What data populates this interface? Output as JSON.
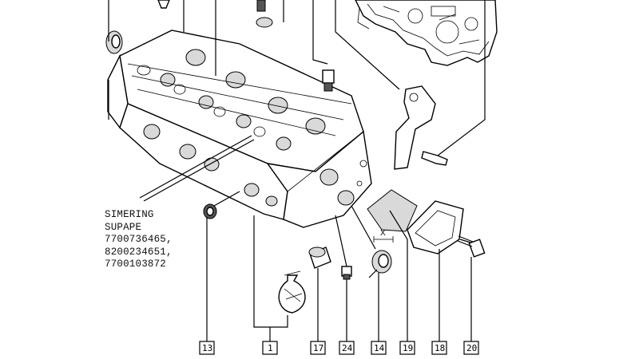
{
  "note": {
    "lines": [
      "SIMERING",
      "SUPAPE",
      "7700736465,",
      "8200234651,",
      "7700103872"
    ]
  },
  "callouts": [
    {
      "id": "13",
      "label": "13"
    },
    {
      "id": "1",
      "label": "1"
    },
    {
      "id": "17",
      "label": "17"
    },
    {
      "id": "24",
      "label": "24"
    },
    {
      "id": "14",
      "label": "14"
    },
    {
      "id": "19",
      "label": "19"
    },
    {
      "id": "18",
      "label": "18"
    },
    {
      "id": "20",
      "label": "20"
    }
  ],
  "dimension_label": "X"
}
